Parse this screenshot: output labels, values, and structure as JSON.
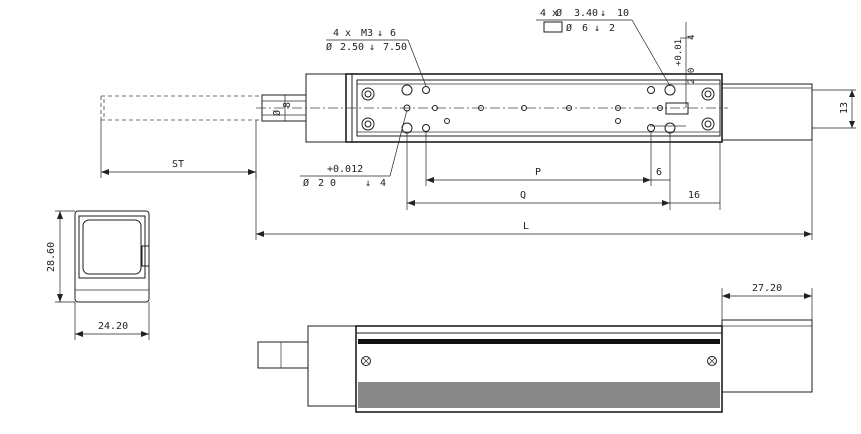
{
  "callouts": {
    "tapped_holes": {
      "count_text": "4 x",
      "thread": "M3",
      "depth": "6",
      "drill_dia": "2.50",
      "drill_depth": "7.50"
    },
    "counterbore": {
      "count_text": "4 x",
      "dia": "3.40",
      "depth": "10",
      "cb_dia": "6",
      "cb_depth": "2"
    },
    "dowel_top": {
      "tol": "+0.01",
      "dia": "2 0",
      "depth": "4"
    },
    "dowel_left": {
      "tol": "+0.012",
      "dia": "2 0",
      "depth": "4"
    }
  },
  "dimensions": {
    "rod_dia": "8",
    "stroke": "ST",
    "pitch": "P",
    "q": "Q",
    "length": "L",
    "end_offset": "6",
    "end_width": "16",
    "slider_height": "13",
    "section_height": "28.60",
    "section_width": "24.20",
    "motor_width": "27.20"
  },
  "symbols": {
    "diameter": "Ø",
    "depth": "↓"
  }
}
